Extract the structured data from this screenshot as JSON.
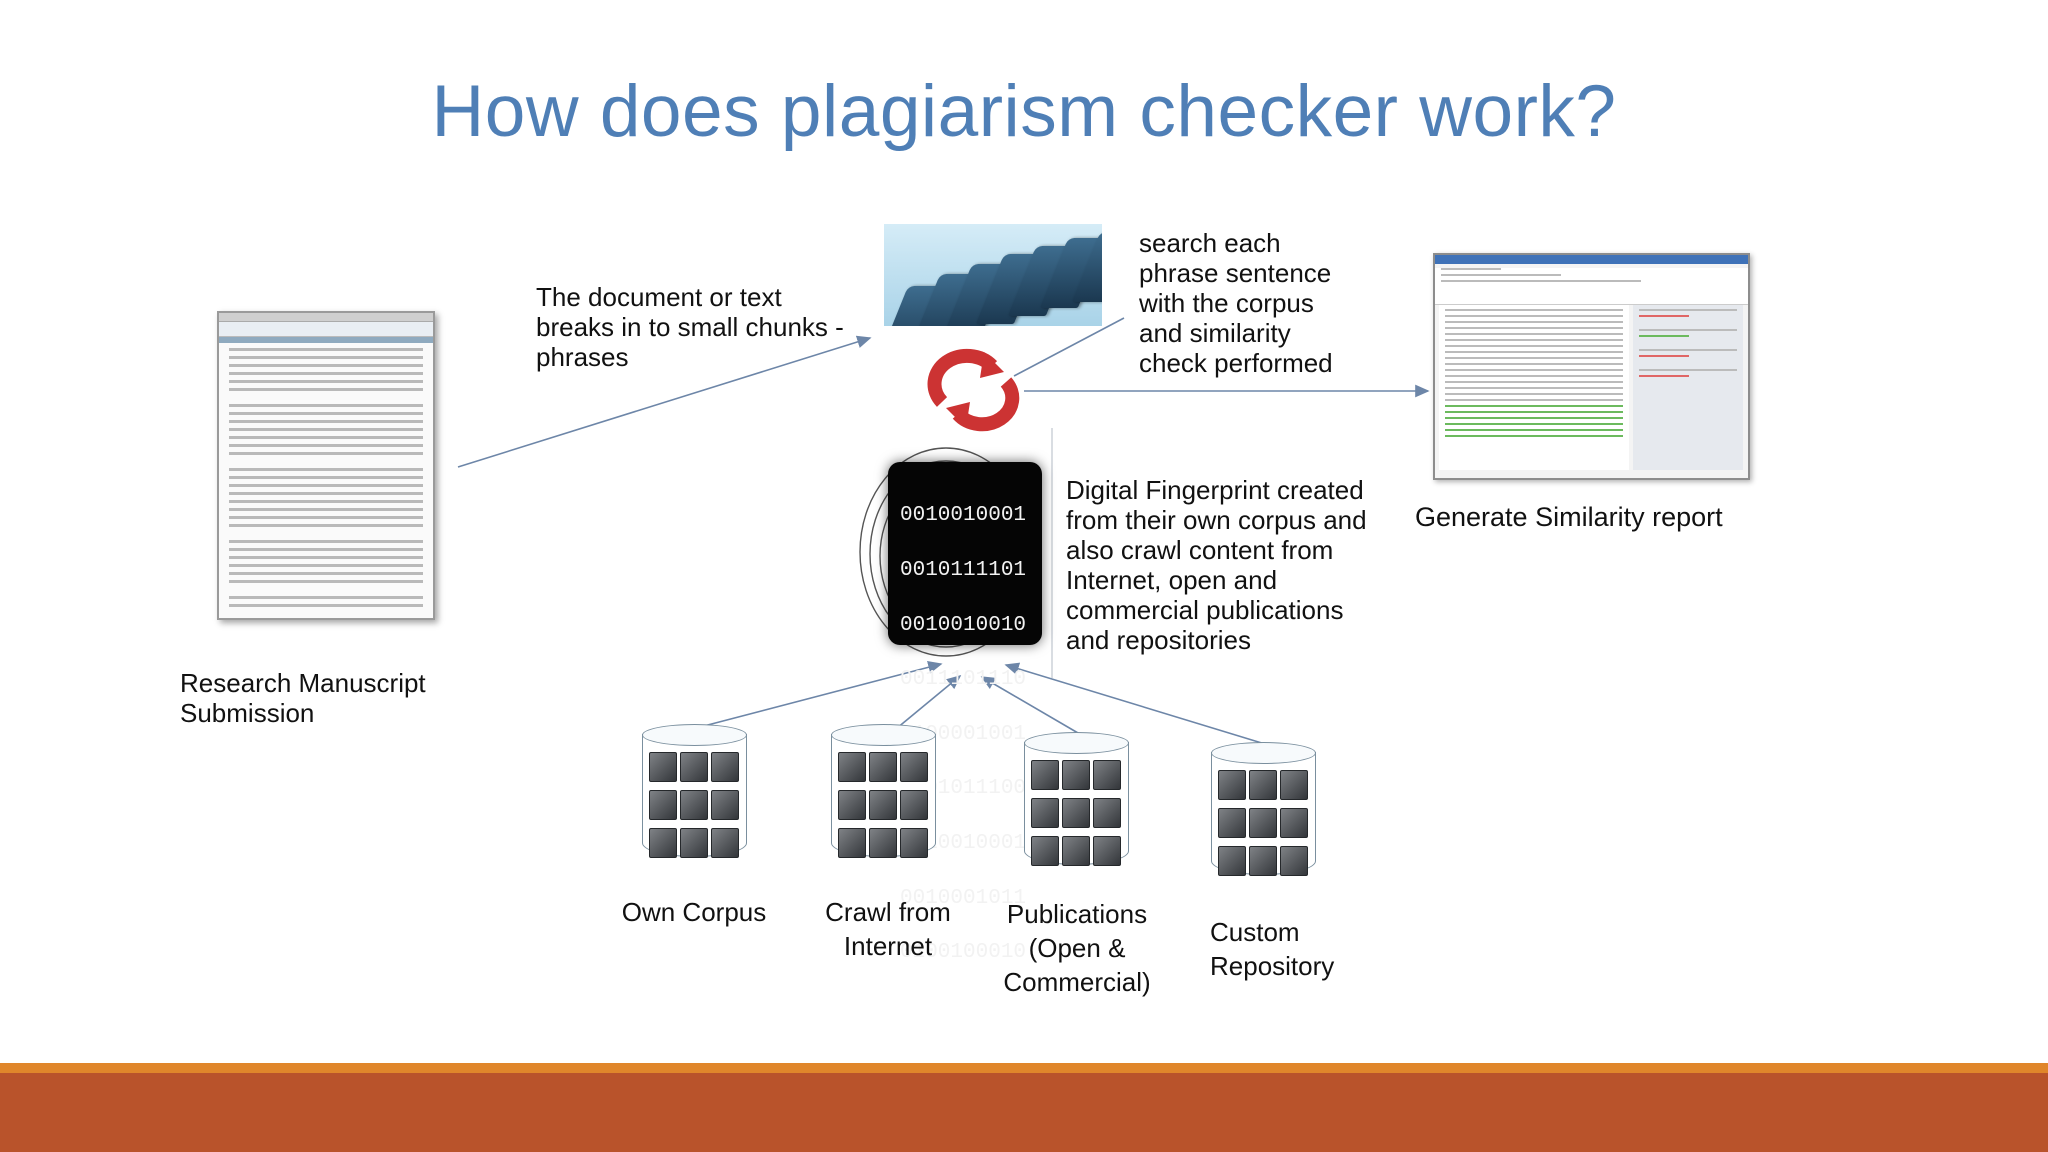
{
  "title": "How does plagiarism checker work?",
  "labels": {
    "chunks": [
      "The document or text",
      "breaks in to small chunks -",
      "phrases"
    ],
    "search": [
      "search each",
      "phrase sentence",
      "with the corpus",
      "and similarity",
      "check performed"
    ],
    "fingerprint": [
      "Digital Fingerprint created",
      "from their own corpus and",
      "also crawl content from",
      "Internet, open and",
      "commercial publications",
      "and repositories"
    ],
    "submission": [
      "Research Manuscript",
      "Submission"
    ],
    "report": "Generate Similarity report"
  },
  "binary_lines": [
    "0010010001",
    "0010111101",
    "0010010010",
    "0011101110",
    "0100001001",
    "0001011100",
    "1110010001",
    "0010001011",
    "0100100010"
  ],
  "sources": [
    {
      "lines": [
        "Own Corpus"
      ]
    },
    {
      "lines": [
        "Crawl from",
        "Internet"
      ]
    },
    {
      "lines": [
        "Publications",
        "(Open &",
        "Commercial)"
      ]
    },
    {
      "lines": [
        "Custom",
        "Repository"
      ]
    }
  ],
  "colors": {
    "title": "#4f7fb6",
    "arrow": "#6d86a8",
    "cycle": "#cc3333",
    "footer": "#b9532b",
    "footer_stripe": "#e0862b"
  }
}
